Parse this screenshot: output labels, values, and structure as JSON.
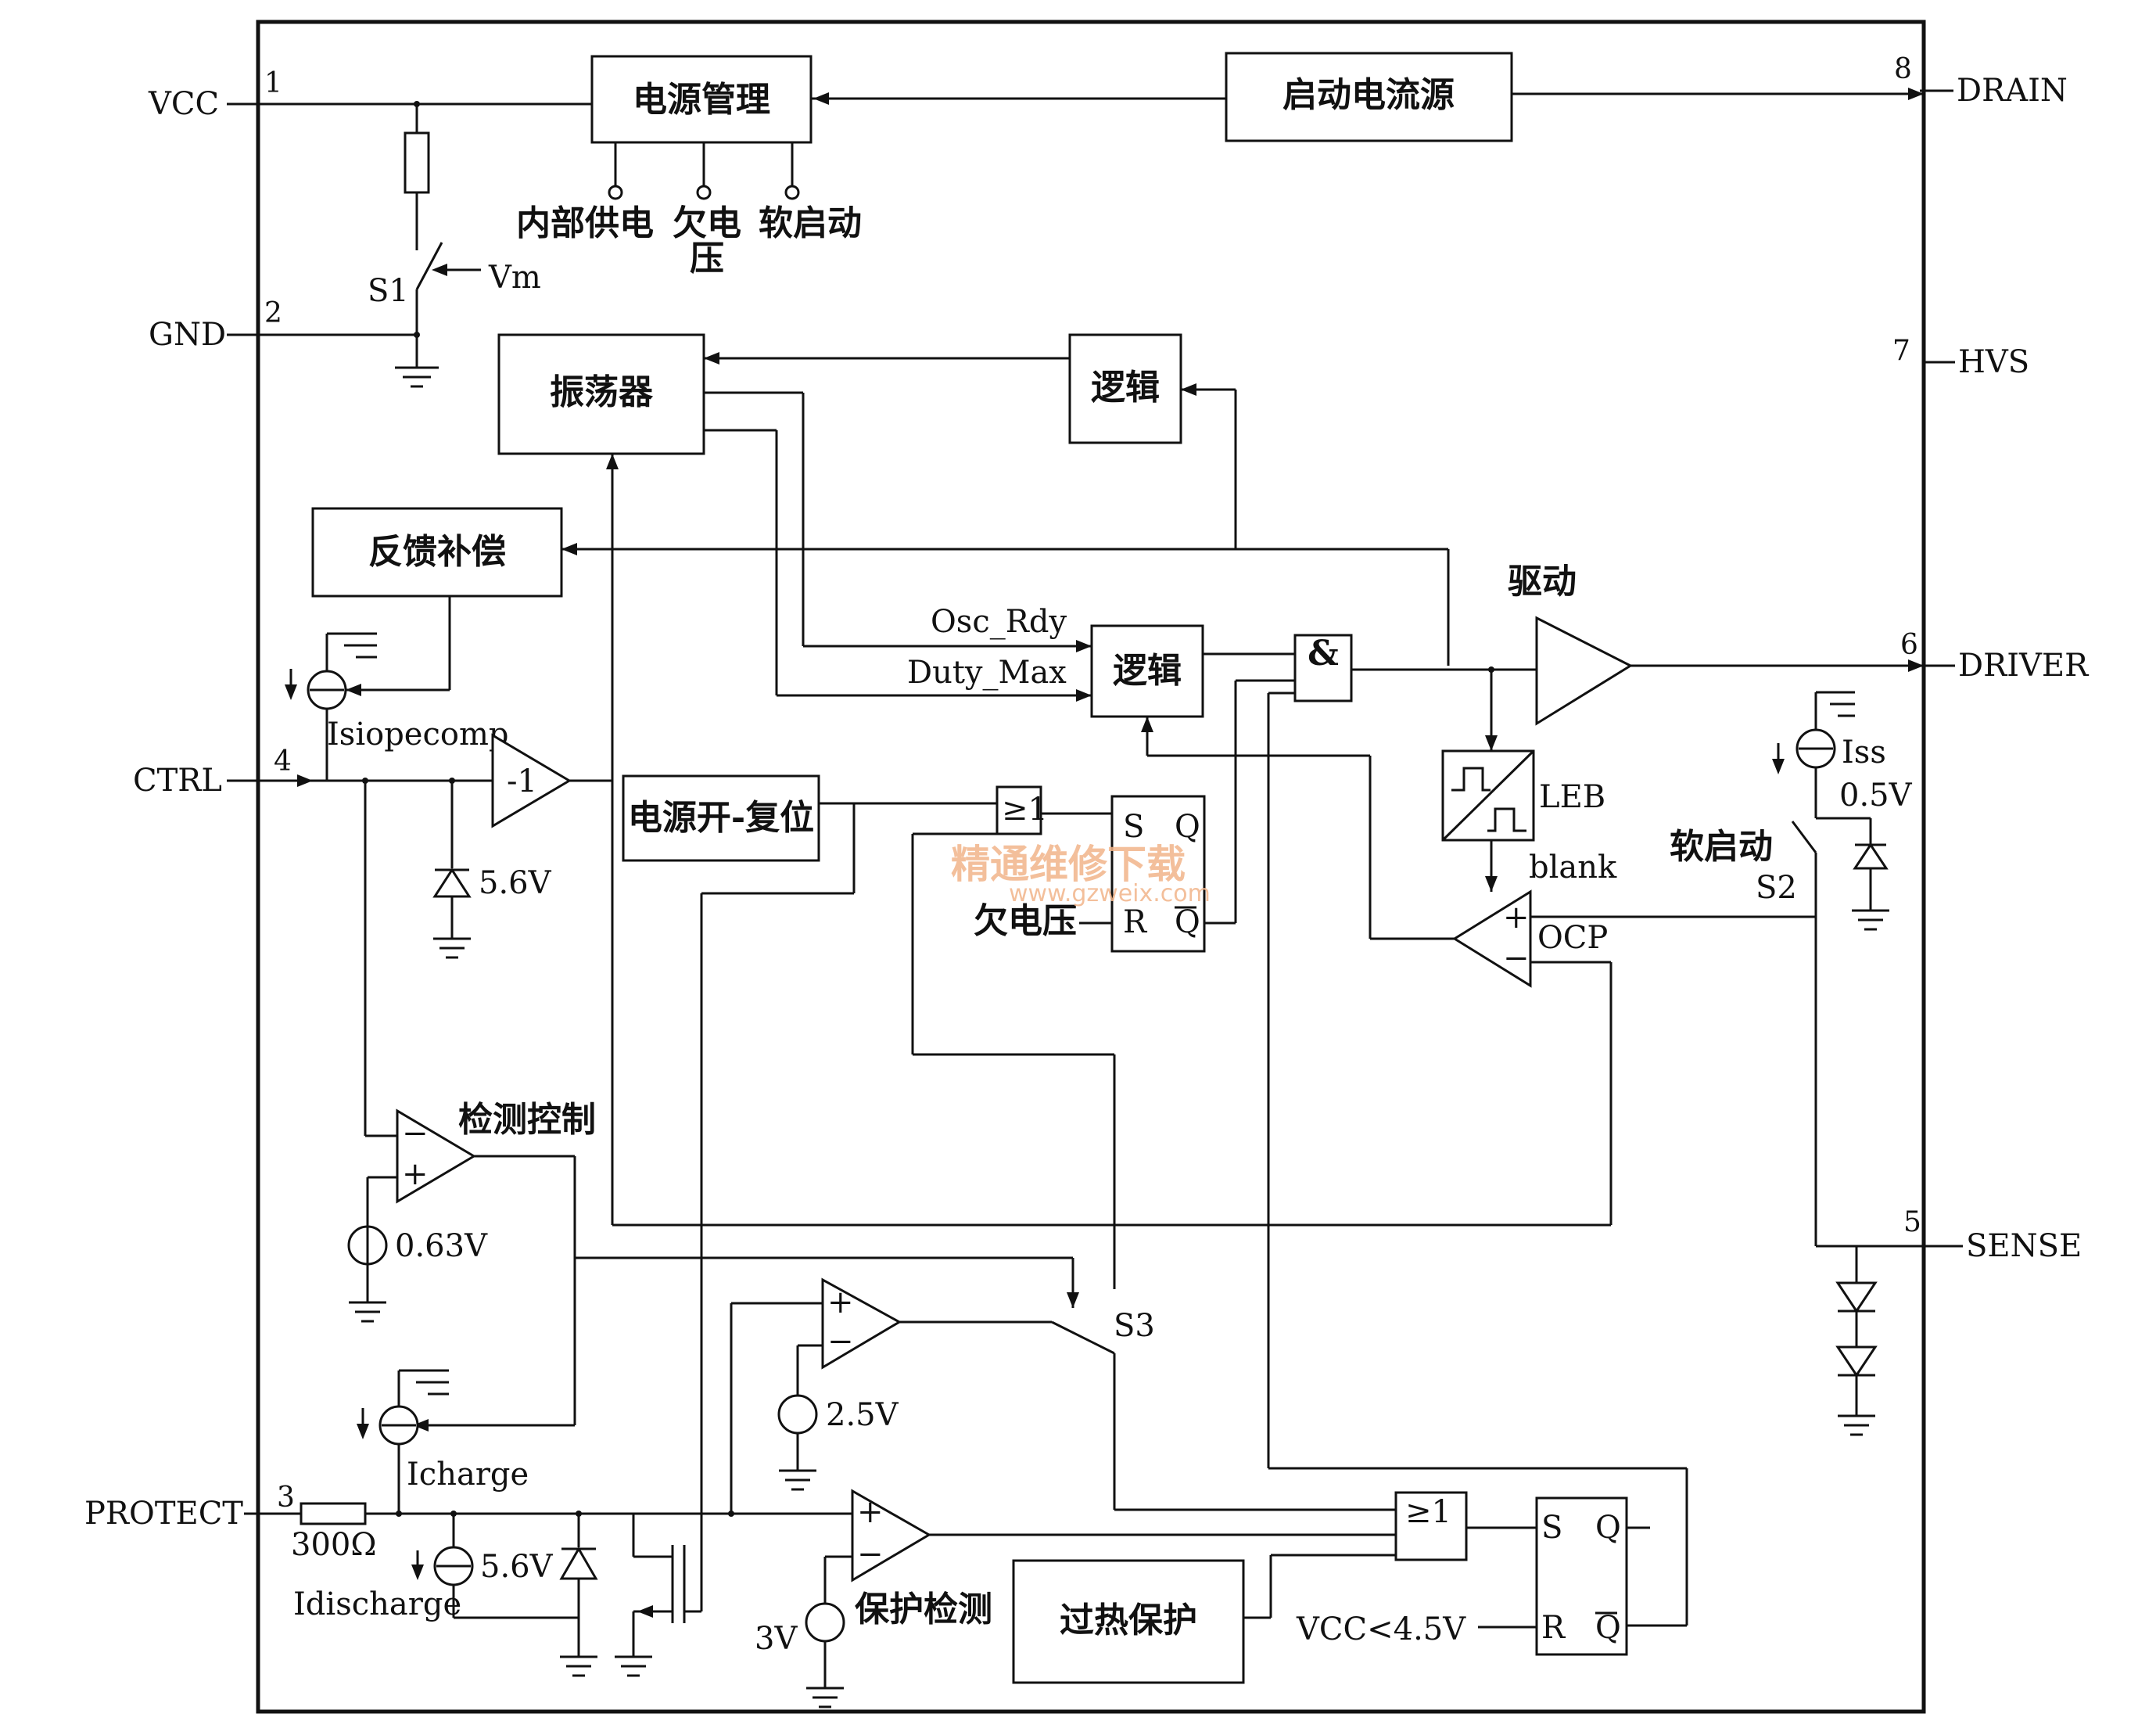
{
  "pins": {
    "vcc": "VCC",
    "vcc_no": "1",
    "gnd": "GND",
    "gnd_no": "2",
    "protect": "PROTECT",
    "protect_no": "3",
    "ctrl": "CTRL",
    "ctrl_no": "4",
    "sense": "SENSE",
    "sense_no": "5",
    "driver": "DRIVER",
    "driver_no": "6",
    "hvs": "HVS",
    "hvs_no": "7",
    "drain": "DRAIN",
    "drain_no": "8"
  },
  "blocks": {
    "power_mgmt": "电源管理",
    "startup_source": "启动电流源",
    "oscillator": "振荡器",
    "logic_top": "逻辑",
    "feedback": "反馈补偿",
    "logic_mid": "逻辑",
    "power_on_reset": "电源开-复位",
    "overheat": "过热保护",
    "and_gate": "&",
    "or_gate_1": "≥1",
    "or_gate_2": "≥1",
    "inverter": "-1"
  },
  "labels": {
    "internal_supply": "内部供电",
    "undervoltage": "欠电",
    "undervoltage_2": "压",
    "soft_start": "软启动",
    "s1": "S1",
    "vm": "Vm",
    "osc_rdy": "Osc_Rdy",
    "duty_max": "Duty_Max",
    "drive": "驱动",
    "leb": "LEB",
    "blank": "blank",
    "ocp": "OCP",
    "iss": "Iss",
    "v_0_5": "0.5V",
    "soft_start_sw": "软启动",
    "s2": "S2",
    "isiopecomp": "Isiopecomp",
    "zener_5_6": "5.6V",
    "undervoltage_in": "欠电压",
    "detect_control": "检测控制",
    "v_0_63": "0.63V",
    "s3": "S3",
    "v_2_5": "2.5V",
    "icharge": "Icharge",
    "r_300": "300Ω",
    "idischarge": "Idischarge",
    "zener_5_6b": "5.6V",
    "v_3": "3V",
    "protect_detect": "保护检测",
    "vcc_under": "VCC<4.5V",
    "ff_s": "S",
    "ff_q": "Q",
    "ff_r": "R",
    "ff_qbar": "Q",
    "ff2_s": "S",
    "ff2_q": "Q",
    "ff2_r": "R",
    "ff2_qbar": "Q",
    "plus": "+",
    "minus": "−"
  },
  "watermark": {
    "text": "精通维修下载",
    "url": "www.gzweix.com"
  }
}
